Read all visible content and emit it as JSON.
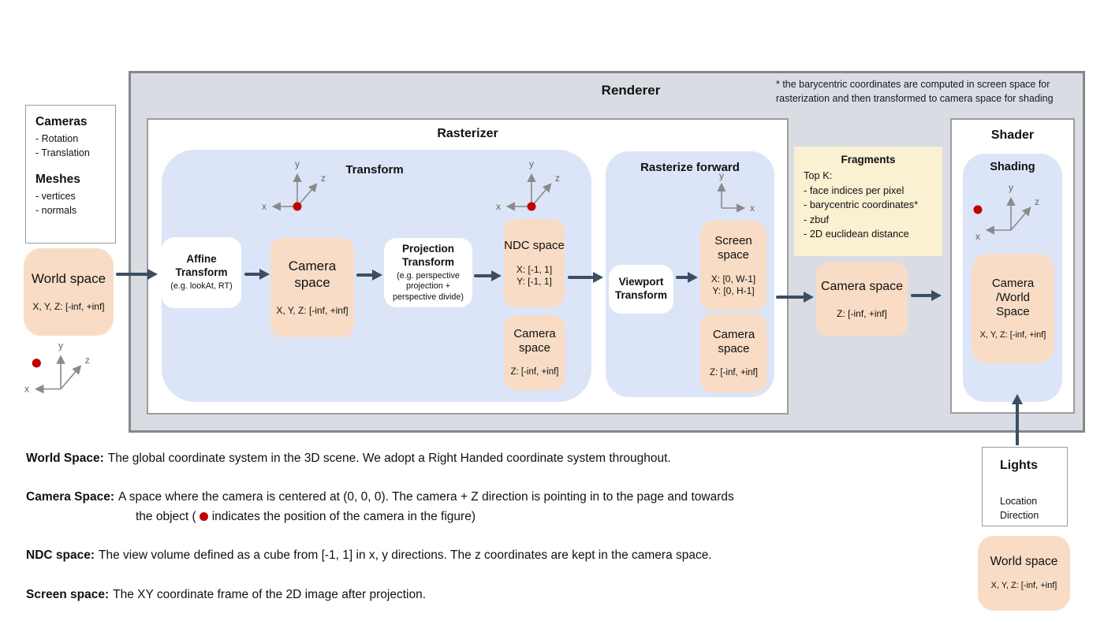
{
  "axes": {
    "x": "x",
    "y": "y",
    "z": "z"
  },
  "colors": {
    "arrow": "#3d4e63",
    "camera_dot": "#c00000",
    "blue_region": "#dbe5f7",
    "orange_box": "#f8dcc5",
    "yellow_box": "#f9f1d2",
    "outer_panel": "#d9dce3"
  },
  "renderer": {
    "title": "Renderer",
    "footnote": "* the barycentric coordinates are computed in screen space for rasterization and then transformed to camera space for shading",
    "rasterizer": {
      "title": "Rasterizer",
      "transform": {
        "title": "Transform",
        "affine": {
          "title": "Affine Transform",
          "subtitle": "(e.g. lookAt, RT)"
        },
        "camera_space": {
          "title": "Camera space",
          "range": "X, Y, Z: [-inf, +inf]"
        },
        "projection": {
          "title": "Projection Transform",
          "subtitle": "(e.g. perspective projection + perspective divide)"
        },
        "ndc_space": {
          "title": "NDC space",
          "range": "X: [-1, 1]\nY: [-1, 1]"
        },
        "camera_space_z": {
          "title": "Camera space",
          "range": "Z: [-inf, +inf]"
        }
      },
      "rasterize_forward": {
        "title": "Rasterize forward",
        "viewport": {
          "title": "Viewport Transform"
        },
        "screen_space": {
          "title": "Screen space",
          "range": "X: [0, W-1]\nY: [0,  H-1]"
        },
        "camera_space_z": {
          "title": "Camera space",
          "range": "Z: [-inf, +inf]"
        }
      }
    },
    "fragments": {
      "title": "Fragments",
      "lines": [
        "Top K:",
        "- face indices per pixel",
        "- barycentric coordinates*",
        "- zbuf",
        "- 2D euclidean distance"
      ]
    },
    "camera_space_out": {
      "title": "Camera space",
      "range": "Z: [-inf, +inf]"
    },
    "shader": {
      "title": "Shader",
      "shading": {
        "title": "Shading",
        "space": {
          "title": "Camera\n/World\nSpace",
          "range": "X, Y, Z: [-inf, +inf]"
        }
      }
    }
  },
  "inputs": {
    "cameras": {
      "title": "Cameras",
      "items": [
        "- Rotation",
        "- Translation"
      ]
    },
    "meshes": {
      "title": "Meshes",
      "items": [
        "- vertices",
        "- normals"
      ]
    },
    "world_space": {
      "title": "World space",
      "range": "X, Y, Z: [-inf, +inf]"
    }
  },
  "lights": {
    "title": "Lights",
    "lines": [
      "Location",
      "Direction"
    ],
    "world_space": {
      "title": "World space",
      "range": "X, Y, Z: [-inf, +inf]"
    }
  },
  "definitions": {
    "world": {
      "term": "World Space:",
      "text": "The global coordinate system in the 3D scene. We adopt a Right Handed coordinate system throughout."
    },
    "camera": {
      "term": "Camera Space:",
      "text": "A space where the camera is centered at (0, 0, 0). The camera + Z direction is pointing in to the page and towards",
      "cont_pre": "the object (",
      "cont_post": "indicates the position of the camera in the figure)"
    },
    "ndc": {
      "term": "NDC space:",
      "text": "The view volume defined as a cube from [-1, 1] in x, y directions. The z coordinates are kept in the camera space."
    },
    "screen": {
      "term": "Screen space:",
      "text": "The XY coordinate frame of the 2D image after projection."
    }
  }
}
